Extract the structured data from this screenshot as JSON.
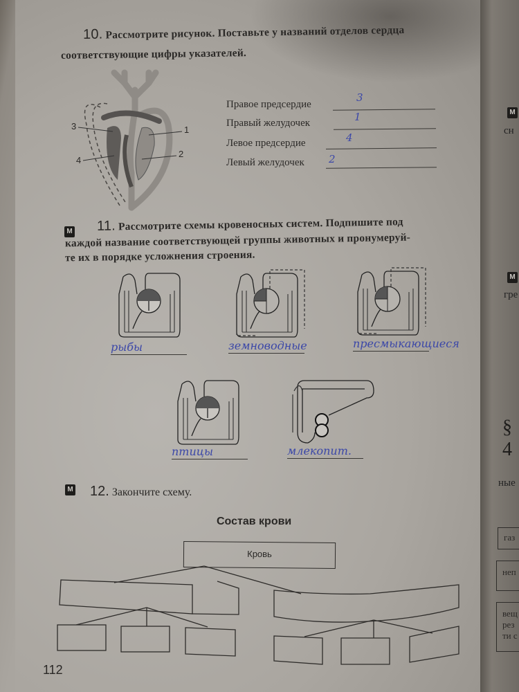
{
  "task10": {
    "number": "10.",
    "text_line1": "Рассмотрите рисунок. Поставьте у названий отделов сердца",
    "text_line2": "соответствующие цифры указателей.",
    "pointer_labels": [
      "1",
      "2",
      "3",
      "4"
    ],
    "answers": [
      {
        "label": "Правое предсердие",
        "value": "3"
      },
      {
        "label": "Правый желудочек",
        "value": "1"
      },
      {
        "label": "Левое предсердие",
        "value": "4"
      },
      {
        "label": "Левый желудочек",
        "value": "2"
      }
    ]
  },
  "task11": {
    "number": "11.",
    "icon": "m-badge-icon",
    "text_line1": "Рассмотрите схемы кровеносных систем. Подпишите под",
    "text_line2": "каждой название соответствующей группы животных и пронумеруй-",
    "text_line3": "те их в порядке усложнения строения.",
    "schemes": [
      {
        "answer": "рыбы"
      },
      {
        "answer": "земноводные"
      },
      {
        "answer": "пресмыкающиеся"
      },
      {
        "answer": "птицы"
      },
      {
        "answer": "млекопит."
      }
    ]
  },
  "task12": {
    "number": "12.",
    "icon": "m-badge-icon",
    "text": "Закончите схему.",
    "diagram_title": "Состав крови",
    "root": "Кровь"
  },
  "page_number": "112",
  "right_page_fragments": [
    "сн",
    "гре",
    "§ 4",
    "ные",
    "газ",
    "неп",
    "вещ",
    "рез",
    "ти с"
  ],
  "colors": {
    "ink": "#3b47a8",
    "paper": "#aeaaa4"
  }
}
